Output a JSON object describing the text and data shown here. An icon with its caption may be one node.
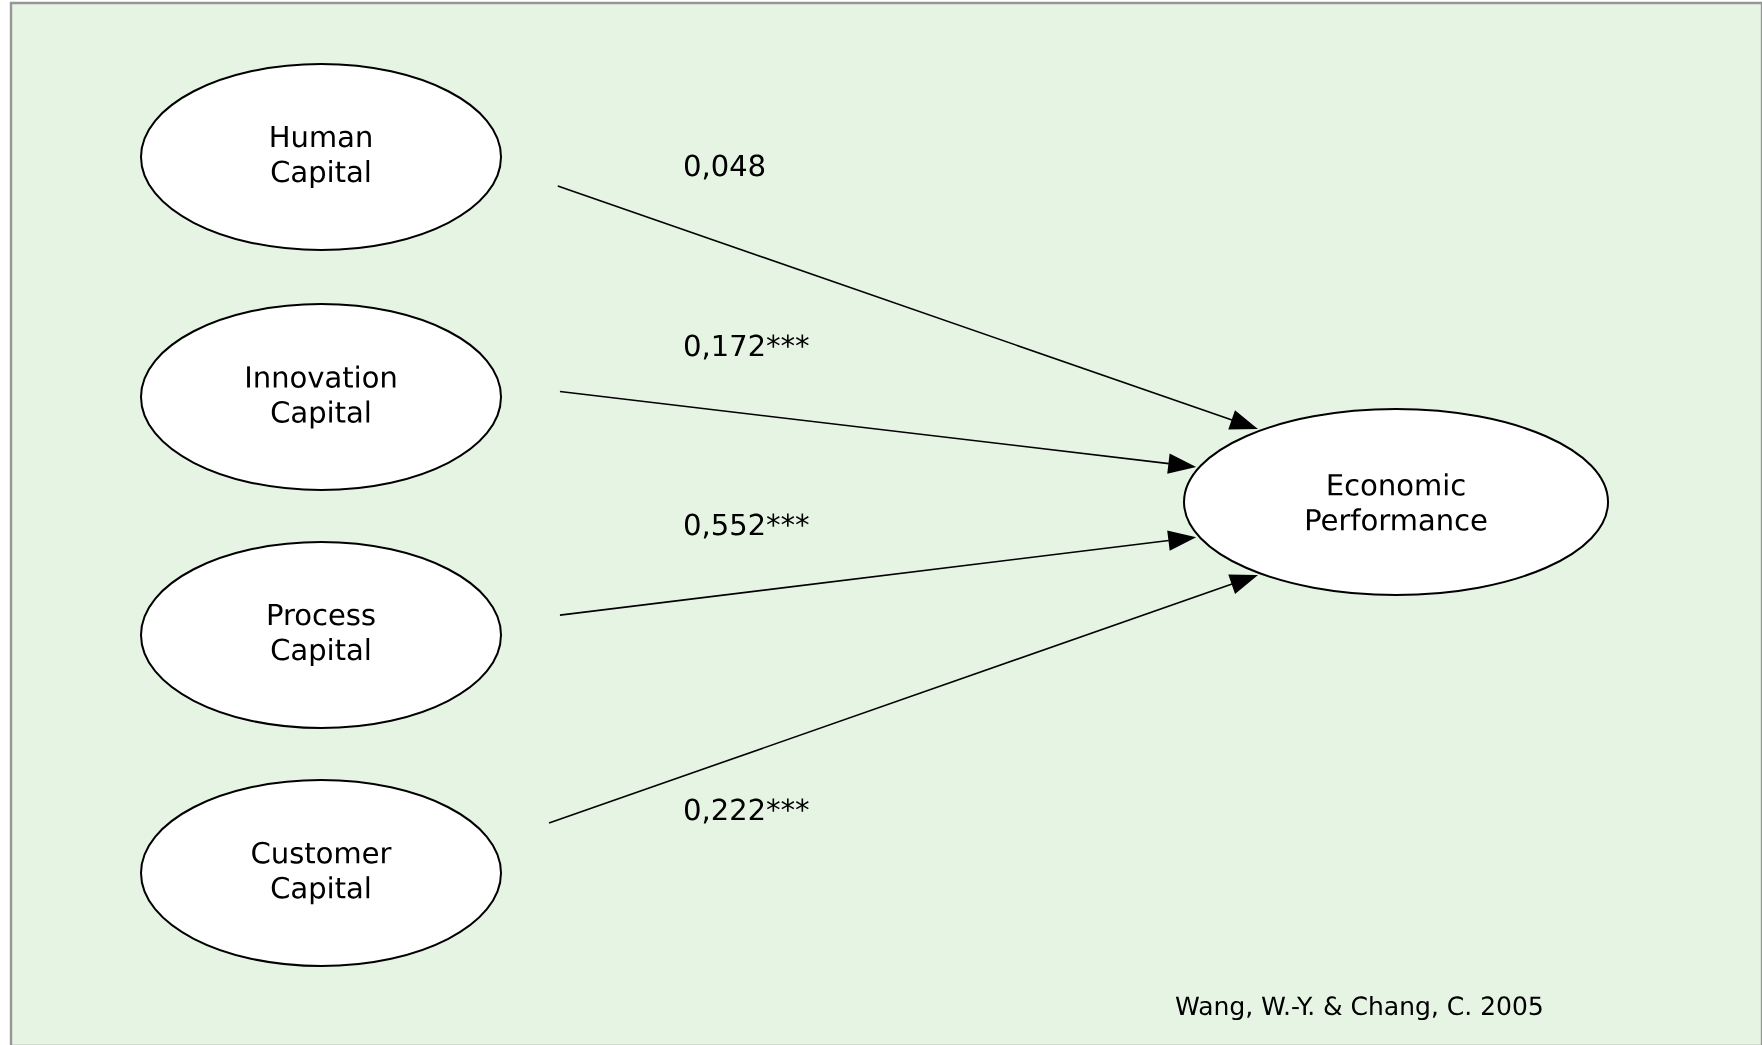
{
  "diagram": {
    "nodes": [
      {
        "text": [
          "Human Capital"
        ]
      },
      {
        "text": [
          "Innovation Capital"
        ]
      },
      {
        "text": [
          "Process Capital"
        ]
      },
      {
        "text": [
          "Customer Capital"
        ]
      },
      {
        "text": [
          "Economic Performance"
        ]
      }
    ],
    "edges": [
      {
        "from": 0,
        "to": 4,
        "arrow": "to",
        "label": "0,048"
      },
      {
        "from": 1,
        "to": 4,
        "arrow": "to",
        "label": "0,172***"
      },
      {
        "from": 2,
        "to": 4,
        "arrow": "to",
        "label": "0,552***"
      },
      {
        "from": 3,
        "to": 4,
        "arrow": "to",
        "label": "0,222***"
      }
    ],
    "labels": [
      "Wang, W.-Y. & Chang, C. 2005"
    ]
  }
}
